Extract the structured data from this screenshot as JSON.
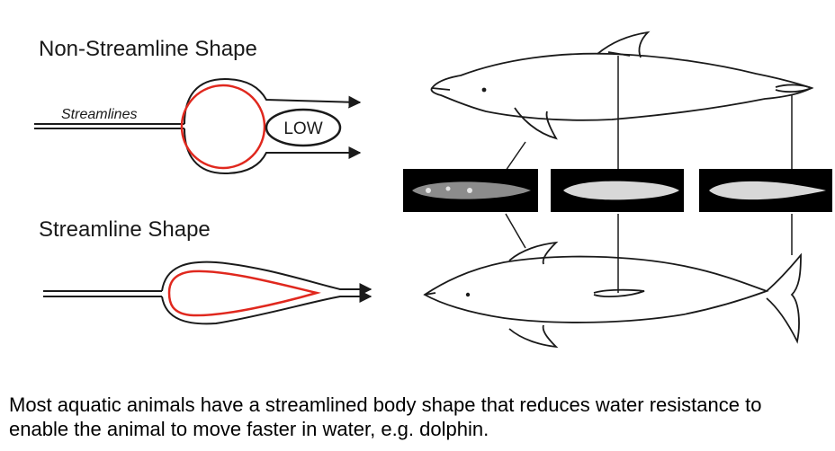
{
  "diagram": {
    "non_streamline_title": "Non-Streamline Shape",
    "streamline_title": "Streamline Shape",
    "streamlines_label": "Streamlines",
    "low_label": "LOW",
    "caption": "Most aquatic animals have a streamlined body shape that reduces water resistance to enable the animal to move faster in water, e.g. dolphin.",
    "colors": {
      "outline": "#1a1a1a",
      "body_red": "#e0281e",
      "section_bg": "#000000",
      "section_fill": "#d8d8d8"
    },
    "icons": [
      "dolphin-side-view",
      "dolphin-top-view",
      "cross-section-images"
    ]
  }
}
